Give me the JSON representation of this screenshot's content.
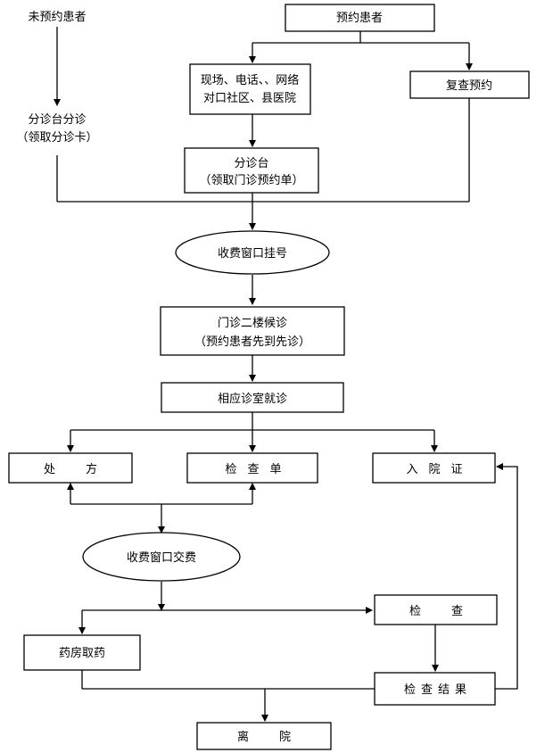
{
  "nodes": {
    "unbooked_patient": "未预约患者",
    "booked_patient": "预约患者",
    "triage_desk_1": "分诊台分诊",
    "triage_desk_1_sub": "（领取分诊卡）",
    "booking_channels_1": "现场、电话、、网络",
    "booking_channels_2": "对口社区、县医院",
    "follow_up_booking": "复查预约",
    "triage_desk_2": "分诊台",
    "triage_desk_2_sub": "（领取门诊预约单）",
    "registration_window": "收费窗口挂号",
    "waiting_area": "门诊二楼候诊",
    "waiting_area_sub": "（预约患者先到先诊）",
    "consultation": "相应诊室就诊",
    "prescription": "处方",
    "exam_order": "检查单",
    "admission_cert": "入院证",
    "payment_window": "收费窗口交费",
    "examination": "检查",
    "pharmacy": "药房取药",
    "exam_result": "检查结果",
    "discharge": "离院"
  }
}
